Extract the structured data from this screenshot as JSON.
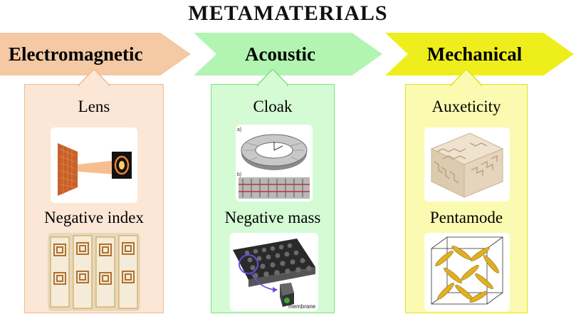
{
  "title": "METAMATERIALS",
  "categories": [
    {
      "name": "Electromagnetic",
      "color": "#f4c9a3",
      "items": [
        "Lens",
        "Negative index"
      ]
    },
    {
      "name": "Acoustic",
      "color": "#b2f5b2",
      "items": [
        "Cloak",
        "Negative mass"
      ]
    },
    {
      "name": "Mechanical",
      "color": "#eeee1c",
      "items": [
        "Auxeticity",
        "Pentamode"
      ]
    }
  ],
  "image_text": {
    "cloak_a": "a)",
    "cloak_b": "b)",
    "membrane": "membrane"
  }
}
